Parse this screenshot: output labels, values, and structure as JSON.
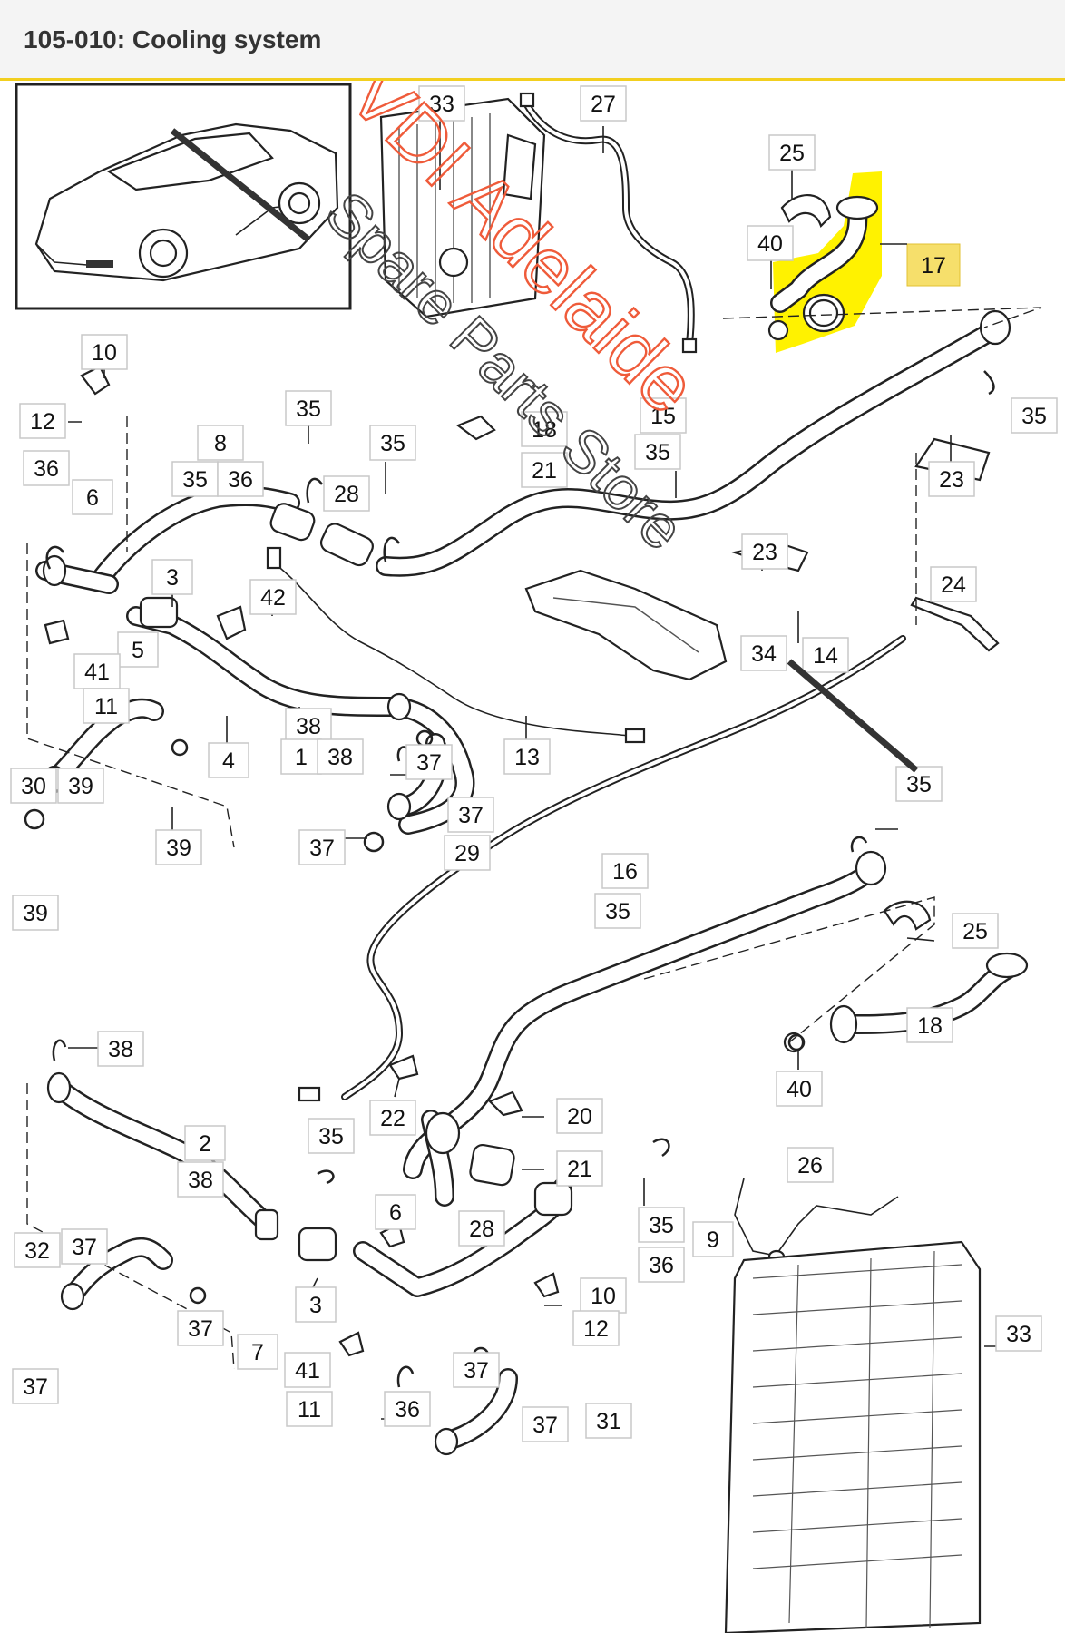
{
  "header": {
    "title": "105-010: Cooling system"
  },
  "watermark": {
    "line1": "VDI Adelaide",
    "line2": "Spare Parts Store"
  },
  "colors": {
    "highlight": "#fff200",
    "watermark": "#ef5b3a",
    "header_rule": "#f2cf1f"
  },
  "icons": [
    "car-overview-illustration",
    "radiator-illustration",
    "watermark-slash"
  ],
  "diagram": {
    "highlighted_part": "17",
    "labels": {
      "c1": "33",
      "c2": "27",
      "c3": "25",
      "c4": "40",
      "c5": "17",
      "c6": "10",
      "c7": "12",
      "c8": "35",
      "c9": "8",
      "c10": "35",
      "c11": "36",
      "c12": "35",
      "c13": "18",
      "c14": "21",
      "c15": "15",
      "c16": "35",
      "c17": "35",
      "c18": "23",
      "c19": "36",
      "c20": "6",
      "c21": "28",
      "c22": "23",
      "c23": "24",
      "c24": "3",
      "c25": "42",
      "c26": "5",
      "c27": "41",
      "c28": "11",
      "c29": "34",
      "c30": "14",
      "c31": "38",
      "c32": "4",
      "c33": "1",
      "c34": "38",
      "c35": "37",
      "c36": "13",
      "c37": "30",
      "c38": "39",
      "c39": "35",
      "c40": "37",
      "c41": "39",
      "c42": "37",
      "c43": "29",
      "c44": "39",
      "c45": "16",
      "c46": "35",
      "c47": "25",
      "c48": "18",
      "c49": "40",
      "c50": "38",
      "c51": "22",
      "c52": "2",
      "c53": "38",
      "c54": "20",
      "c55": "35",
      "c56": "21",
      "c57": "6",
      "c58": "26",
      "c59": "35",
      "c60": "28",
      "c61": "9",
      "c62": "36",
      "c63": "32",
      "c64": "37",
      "c65": "3",
      "c66": "10",
      "c67": "12",
      "c68": "37",
      "c69": "7",
      "c70": "41",
      "c71": "33",
      "c72": "37",
      "c73": "11",
      "c74": "36",
      "c75": "37",
      "c76": "31",
      "c77": "37"
    }
  }
}
